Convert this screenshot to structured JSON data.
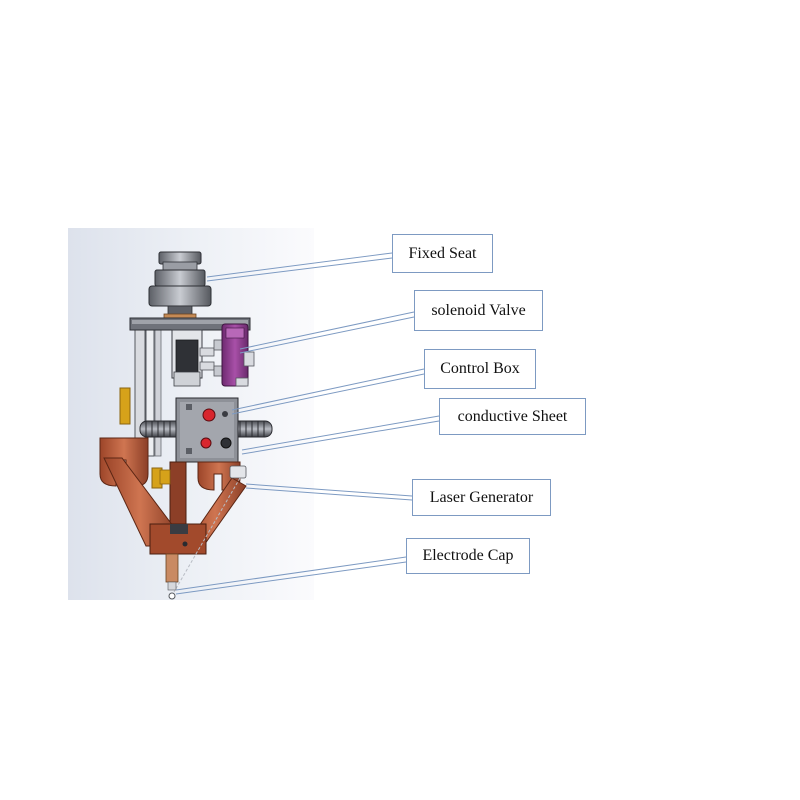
{
  "labels": {
    "fixed_seat": "Fixed Seat",
    "solenoid_valve": "solenoid Valve",
    "control_box": "Control Box",
    "conductive_sheet": "conductive Sheet",
    "laser_generator": "Laser Generator",
    "electrode_cap": "Electrode Cap"
  },
  "colors": {
    "leader_line": "#7d9ac2",
    "box_border": "#7d9ac2",
    "background_gradient_left": "#dfe4ee",
    "background_gradient_right": "#f7f8fb",
    "copper": "#b85a3c",
    "copper_dark": "#8c3f27",
    "steel": "#8a8d94",
    "steel_dark": "#3a3c42",
    "valve_purple": "#8a3a8c",
    "indicator_red": "#d8262e",
    "brass_yellow": "#d6a21a"
  }
}
